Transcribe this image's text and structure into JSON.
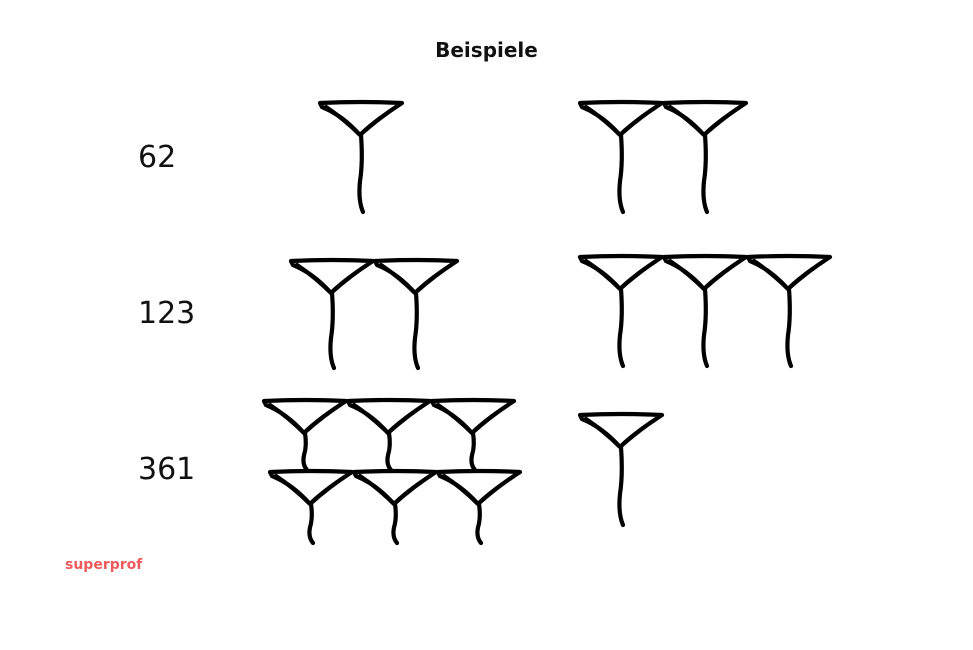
{
  "title": "Beispiele",
  "examples": [
    {
      "number": "62",
      "sixties": 1,
      "units": 2
    },
    {
      "number": "123",
      "sixties": 2,
      "units": 3
    },
    {
      "number": "361",
      "sixties": 6,
      "units": 1
    }
  ],
  "brand": {
    "label": "superprof",
    "color": "#ef5a5a"
  },
  "colors": {
    "ink": "#000000",
    "text": "#111111",
    "background": "#ffffff"
  }
}
